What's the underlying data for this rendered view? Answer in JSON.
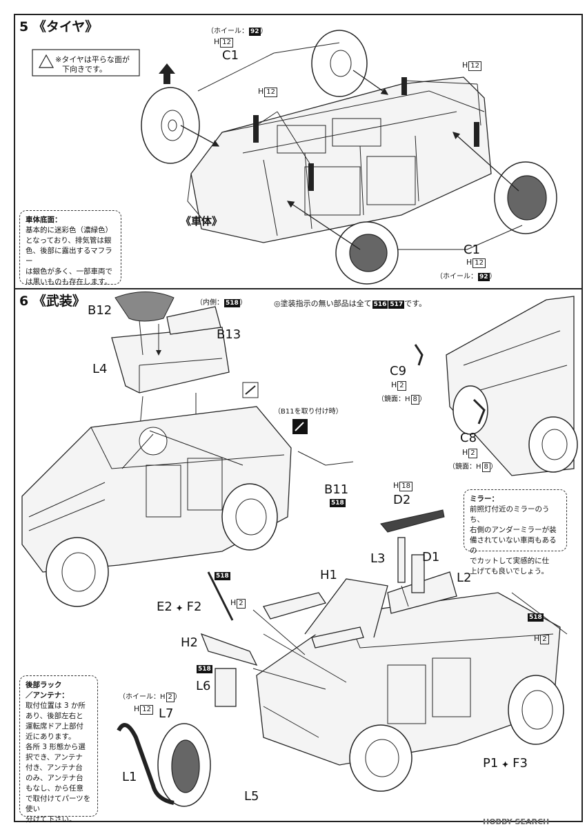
{
  "step5": {
    "number": "5",
    "title": "《タイヤ》",
    "warning": {
      "line1": "※タイヤは平らな面が",
      "line2": "下向きです。"
    },
    "label_body": "《車体》",
    "c1_top": {
      "wheel_prefix": "（ホイール：",
      "wheel_num": "92",
      "wheel_suffix": "）",
      "h": "H",
      "h_num": "12",
      "part": "C1"
    },
    "c1_bottom": {
      "part": "C1",
      "h": "H",
      "h_num": "12",
      "wheel_prefix": "（ホイール：",
      "wheel_num": "92",
      "wheel_suffix": "）"
    },
    "h12_labels": [
      "H",
      "12"
    ],
    "note": {
      "title": "車体底面：",
      "lines": [
        "基本的に迷彩色（濃緑色）",
        "となっており、排気管は銀",
        "色、後部に露出するマフラー",
        "は銀色が多く、一部車両で",
        "は黒いものも存在します。"
      ]
    }
  },
  "step6": {
    "number": "6",
    "title": "《武装》",
    "paint_note": {
      "prefix": "◎塗装指示の無い部品は全て",
      "c1": "516",
      "c2": "517",
      "suffix": "です。"
    },
    "inner": {
      "prefix": "（内側：",
      "num": "518",
      "suffix": "）"
    },
    "b11_note": "（B11を取り付け時）",
    "parts": {
      "B12": "B12",
      "B13": "B13",
      "L4": "L4",
      "C9": "C9",
      "C8": "C8",
      "B11": "B11",
      "D2": "D2",
      "D1": "D1",
      "L3": "L3",
      "L2": "L2",
      "H1": "H1",
      "H2": "H2",
      "E2": "E2",
      "F2": "F2",
      "L6": "L6",
      "L7": "L7",
      "L1": "L1",
      "L5": "L5",
      "P1": "P1",
      "F3": "F3"
    },
    "c9_info": {
      "h": "H",
      "h_num": "2",
      "mirror_prefix": "（鏡面：",
      "m": "H",
      "m_num": "8",
      "mirror_suffix": "）"
    },
    "c8_info": {
      "h": "H",
      "h_num": "2",
      "mirror_prefix": "（鏡面：",
      "m": "H",
      "m_num": "8",
      "mirror_suffix": "）"
    },
    "b11_color": "518",
    "d2_info": {
      "h": "H",
      "h_num": "18"
    },
    "e2_color": "518",
    "e2_h": {
      "h": "H",
      "h_num": "2"
    },
    "l6_color": "518",
    "right_color": "518",
    "right_h": {
      "h": "H",
      "h_num": "2"
    },
    "l7_info": {
      "wheel_prefix": "（ホイール：",
      "h": "H",
      "h_num": "2",
      "wheel_suffix": "）",
      "h2": "H",
      "h2_num": "12"
    },
    "mirror_note": {
      "title": "ミラー：",
      "lines": [
        "前照灯付近のミラーのうち、",
        "右側のアンダーミラーが装",
        "備されていない車両もあるの",
        "でカットして実感的に仕",
        "上げても良いでしょう。"
      ]
    },
    "rack_note": {
      "title": "後部ラック",
      "title2": "／アンテナ：",
      "lines": [
        "取付位置は 3 か所",
        "あり、後部左右と",
        "運転席ドア上部付",
        "近にあります。",
        "各所 3 形態から選",
        "択でき、アンテナ",
        "付き、アンテナ台",
        "のみ、アンテナ台",
        "もなし、から任意",
        "で取付けてパーツを使い",
        "分けて下さい。"
      ]
    }
  },
  "watermark": "HOBBY SEARCH"
}
